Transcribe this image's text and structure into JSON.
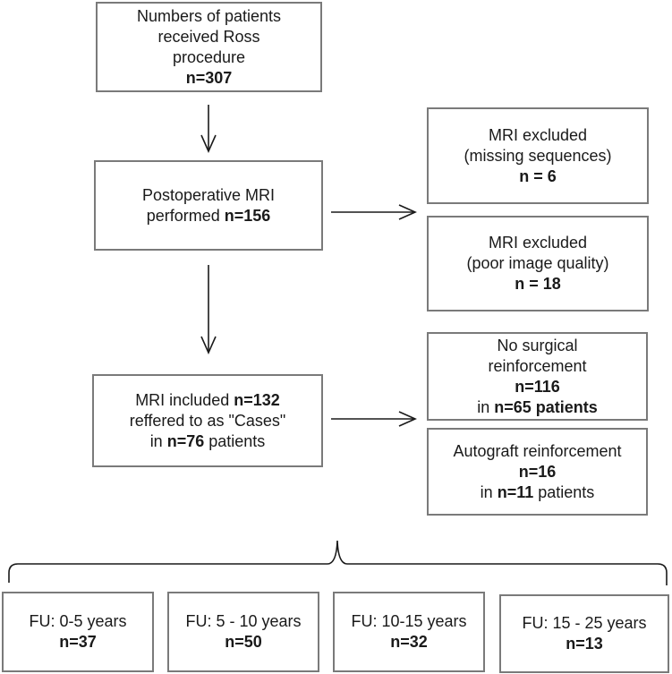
{
  "start": {
    "line1": "Numbers of patients",
    "line2": "received Ross",
    "line3": "procedure",
    "count": "n=307"
  },
  "mri_performed": {
    "line1": "Postoperative MRI",
    "line2_text": "performed",
    "count": "n=156"
  },
  "excluded_missing": {
    "line1": "MRI excluded",
    "line2": "(missing sequences)",
    "count": "n = 6"
  },
  "excluded_quality": {
    "line1": "MRI excluded",
    "line2": "(poor image quality)",
    "count": "n = 18"
  },
  "mri_included": {
    "line1_text": "MRI included",
    "count": "n=132",
    "line2": "reffered to as \"Cases\"",
    "line3_prefix": "in",
    "patients_count": "n=76",
    "line3_suffix": "patients"
  },
  "no_reinforcement": {
    "line1": "No surgical",
    "line2": "reinforcement",
    "count": "n=116",
    "line3_prefix": "in",
    "patients": "n=65 patients"
  },
  "autograft_reinforcement": {
    "line1": "Autograft reinforcement",
    "count": "n=16",
    "line3_prefix": "in",
    "patients_count": "n=11",
    "line3_suffix": "patients"
  },
  "followup": [
    {
      "label": "FU: 0-5 years",
      "count": "n=37"
    },
    {
      "label": "FU: 5 - 10 years",
      "count": "n=50"
    },
    {
      "label": "FU: 10-15 years",
      "count": "n=32"
    },
    {
      "label": "FU: 15 - 25 years",
      "count": "n=13"
    }
  ]
}
